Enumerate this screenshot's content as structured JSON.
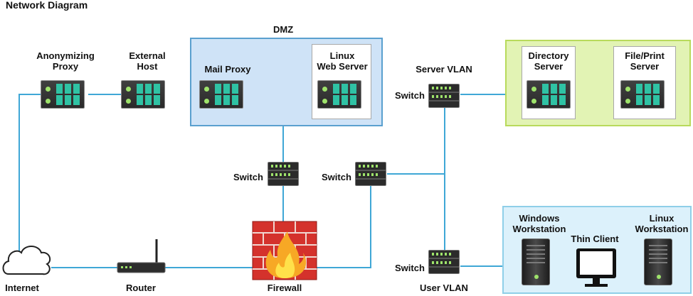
{
  "title": "Network Diagram",
  "zones": {
    "dmz": "DMZ",
    "server_vlan": "Server VLAN",
    "user_vlan": "User VLAN"
  },
  "nodes": {
    "anonymizing_proxy": "Anonymizing\nProxy",
    "external_host": "External\nHost",
    "mail_proxy": "Mail Proxy",
    "linux_web_server": "Linux\nWeb Server",
    "directory_server": "Directory\nServer",
    "file_print_server": "File/Print\nServer",
    "windows_workstation": "Windows\nWorkstation",
    "thin_client": "Thin Client",
    "linux_workstation": "Linux\nWorkstation",
    "internet": "Internet",
    "router": "Router",
    "firewall": "Firewall",
    "switch": "Switch"
  },
  "colors": {
    "dmz_fill": "#cfe3f7",
    "server_zone_fill": "#e2f3b4",
    "user_zone_fill": "#dcf1fb",
    "link": "#3fa7d6",
    "server_accent": "#2fc2a4"
  }
}
